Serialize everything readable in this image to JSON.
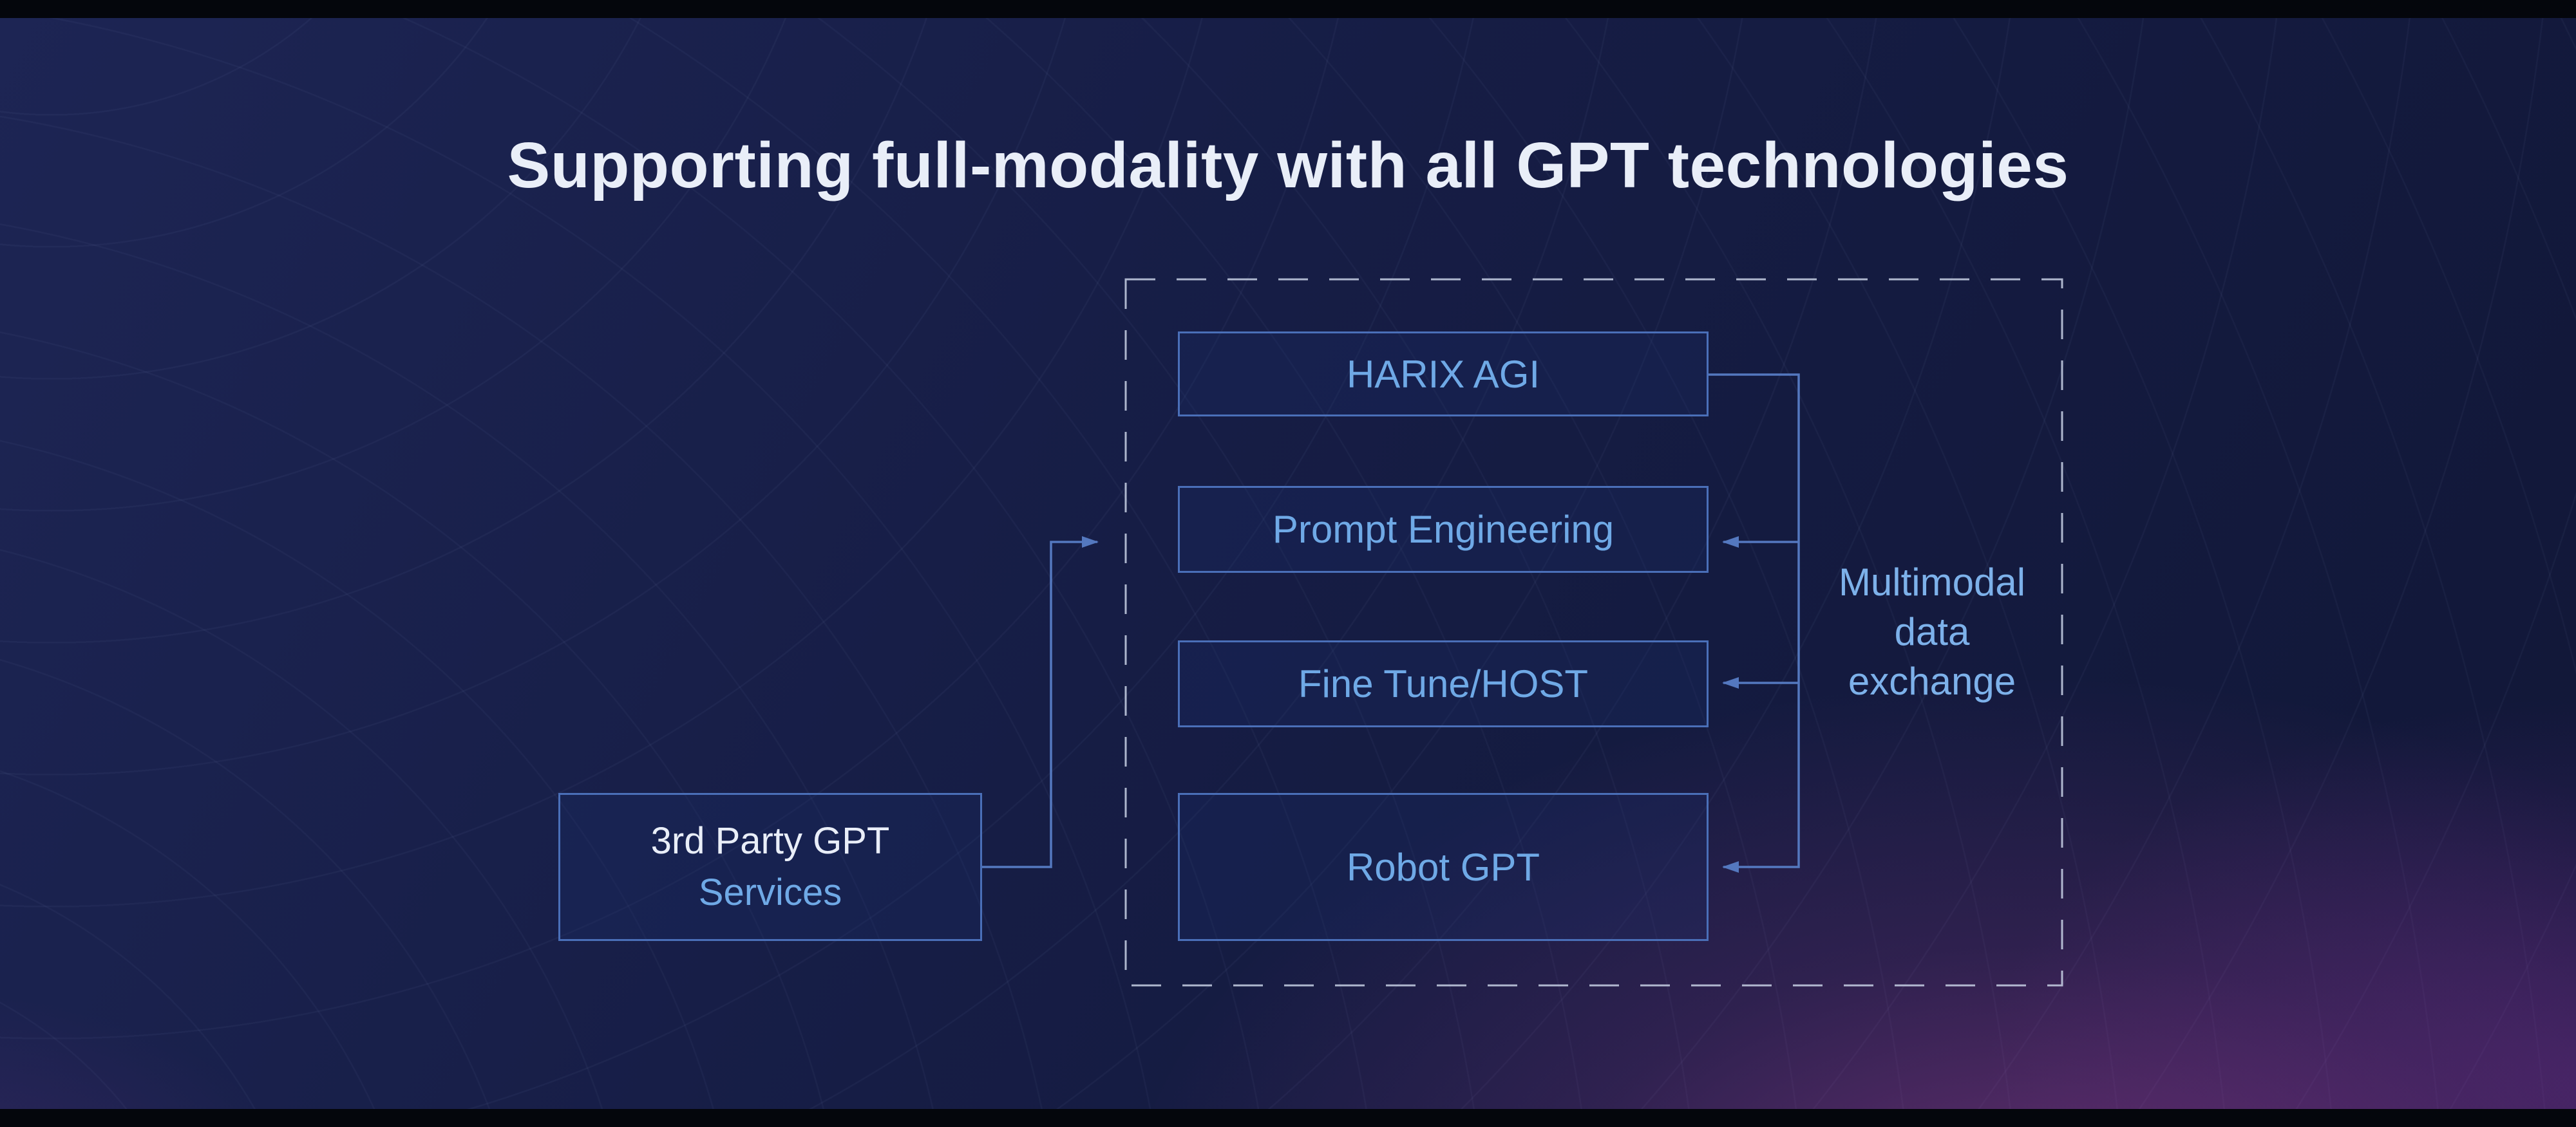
{
  "slide": {
    "title": "Supporting full-modality with all GPT technologies"
  },
  "diagram": {
    "group": {
      "boxes": [
        {
          "id": "harix-agi",
          "label": "HARIX AGI"
        },
        {
          "id": "prompt-engineering",
          "label": "Prompt Engineering"
        },
        {
          "id": "fine-tune-host",
          "label": "Fine Tune/HOST"
        },
        {
          "id": "robot-gpt",
          "label": "Robot GPT"
        }
      ]
    },
    "external_box": {
      "line1": "3rd Party GPT",
      "line2": "Services"
    },
    "annotation": {
      "line1": "Multimodal",
      "line2": "data",
      "line3": "exchange"
    }
  },
  "theme": {
    "bg-deep": "#121838",
    "accent-blue": "#6fa9e6",
    "box-border": "#4a6fb8",
    "text-white": "#e9eef8",
    "annotation-blue": "#7db1ea",
    "connector": "#5478bf",
    "dashed-border": "#c9d2e6",
    "glow-magenta": "#a0409a"
  }
}
